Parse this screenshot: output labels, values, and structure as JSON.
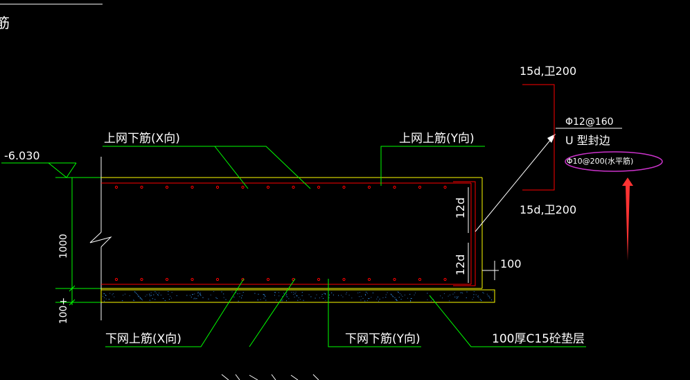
{
  "drawing": {
    "top_left_fragment": "筋",
    "elevation": "-6.030",
    "dim_thickness": "1000",
    "dim_pad": "100+",
    "label_top_mesh_bottom_x": "上网下筋(X向)",
    "label_top_mesh_top_y": "上网上筋(Y向)",
    "label_bottom_mesh_top_x": "下网上筋(X向)",
    "label_bottom_mesh_bottom_y": "下网下筋(Y向)",
    "label_cushion": "100厚C15砼垫层",
    "lap_top": "12d",
    "lap_bottom": "12d",
    "dim_side": "100",
    "detail_top": "15d,卫200",
    "detail_bottom": "15d,卫200",
    "detail_rebar_main": "Φ12@160",
    "detail_u_edge": "U 型封边",
    "detail_rebar_horizontal": "Φ10@200(水平筋)"
  },
  "colors": {
    "background": "#000000",
    "concrete_outline": "#ffff00",
    "rebar": "#ff0000",
    "leader": "#00ff00",
    "text": "#ffffff",
    "highlight_ellipse": "#cc33cc",
    "arrow": "#ff3333"
  }
}
